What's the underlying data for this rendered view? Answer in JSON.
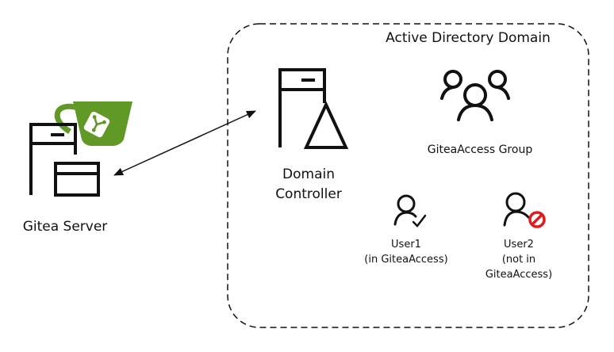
{
  "domain_box": {
    "title": "Active Directory Domain"
  },
  "gitea_server": {
    "label": "Gitea Server",
    "logo_icon": "gitea-teapot-icon",
    "server_icon": "server-window-icon"
  },
  "domain_controller": {
    "label_line1": "Domain",
    "label_line2": "Controller",
    "icon": "server-triangle-icon"
  },
  "group": {
    "label": "GiteaAccess Group",
    "icon": "user-group-icon"
  },
  "user1": {
    "name": "User1",
    "note": "(in GiteaAccess)",
    "icon": "user-check-icon"
  },
  "user2": {
    "name": "User2",
    "note_line1": "(not in",
    "note_line2": "GiteaAccess)",
    "icon": "user-blocked-icon"
  },
  "colors": {
    "gitea_green": "#609926",
    "blocked_red": "#e01b1b",
    "stroke": "#111111"
  }
}
